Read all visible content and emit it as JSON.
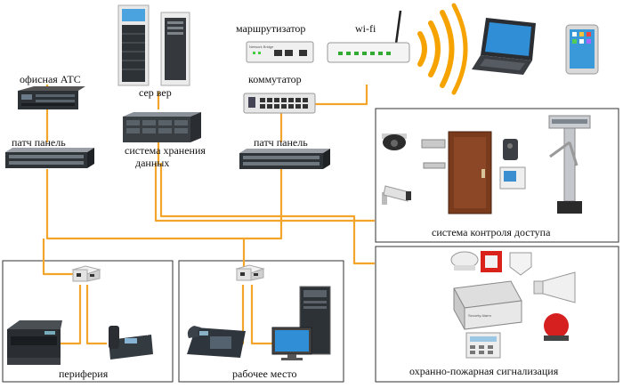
{
  "labels": {
    "office_pbx": "офисная АТС",
    "server": "сер вер",
    "router": "маршрутизатор",
    "wifi": "wi-fi",
    "switch": "коммутатор",
    "patch_panel_left": "патч панель",
    "storage_line1": "система хранения",
    "storage_line2": "данных",
    "patch_panel_right": "патч панель",
    "access_control": "система контроля доступа",
    "peripherals": "периферия",
    "workstation": "рабочее место",
    "security_alarm": "охранно-пожарная сигнализация"
  },
  "device_labels": {
    "router_plate": "Network Bridge",
    "alarm_panel_plate": "Security Alarm"
  },
  "colors": {
    "wire": "#f2a52a",
    "wifi_wave": "#f6a300",
    "frame": "#444444",
    "device_dark": "#2b2f33",
    "device_light": "#e6e6e6",
    "screen_blue": "#4aa3df",
    "door_brown": "#7a3b1c",
    "alarm_red": "#d8221a"
  },
  "icons": [
    "pbx-icon",
    "server-tower-icon",
    "router-icon",
    "wifi-router-icon",
    "wifi-waves-icon",
    "laptop-icon",
    "tablet-icon",
    "switch-icon",
    "patch-panel-icon",
    "storage-array-icon",
    "dome-camera-icon",
    "bullet-camera-icon",
    "electric-lock-icon",
    "door-icon",
    "intercom-icon",
    "video-intercom-icon",
    "turnstile-icon",
    "network-jack-icon",
    "printer-icon",
    "fax-icon",
    "desk-phone-icon",
    "monitor-icon",
    "pc-tower-icon",
    "smoke-detector-icon",
    "fire-alarm-button-icon",
    "motion-sensor-icon",
    "alarm-panel-icon",
    "keypad-icon",
    "siren-speaker-icon",
    "strobe-light-icon"
  ]
}
